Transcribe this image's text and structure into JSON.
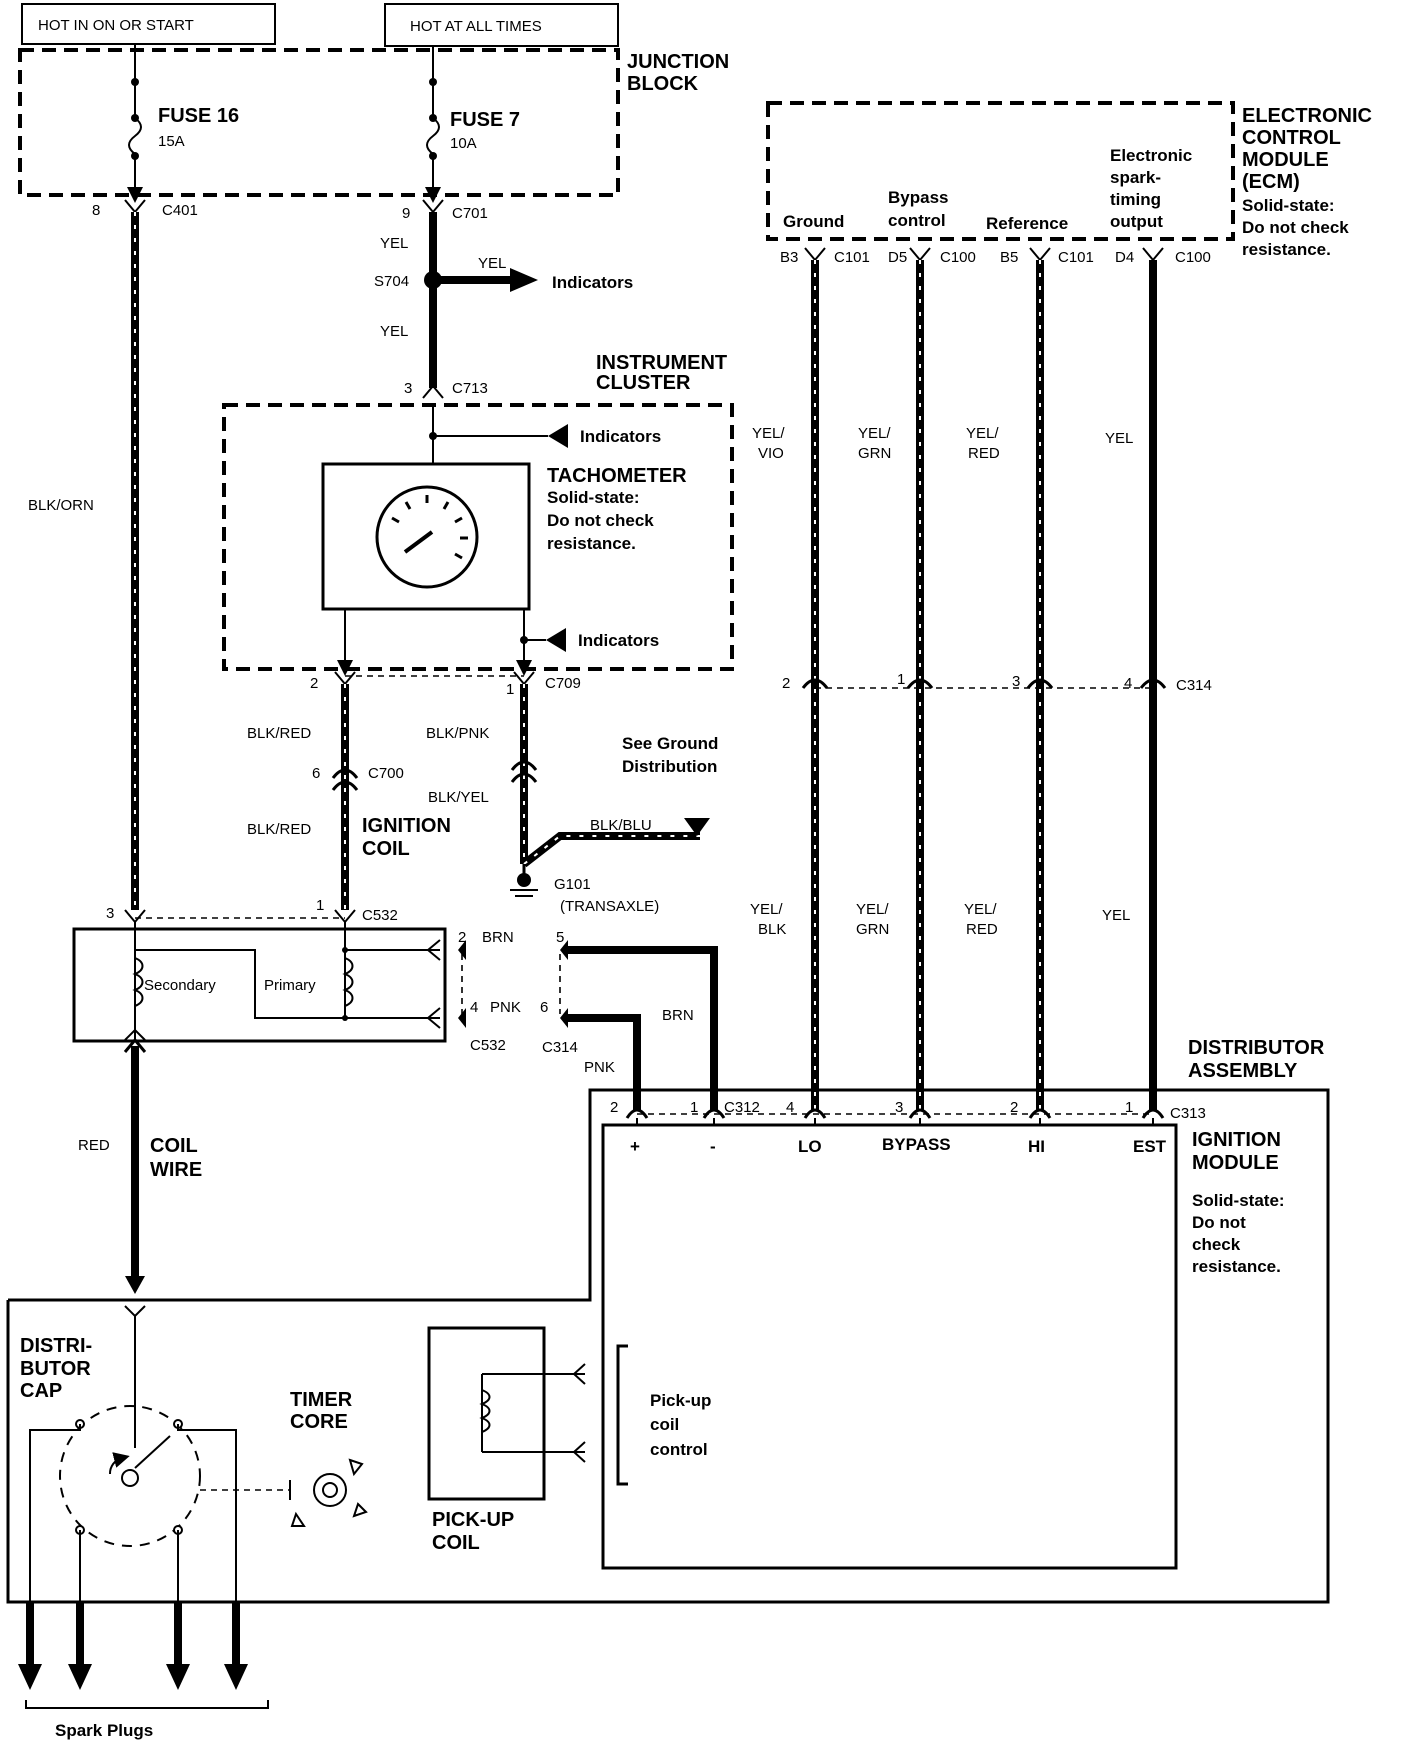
{
  "power": {
    "hot_in_on_or_start": "HOT IN ON OR START",
    "hot_at_all_times": "HOT AT ALL TIMES"
  },
  "junction_block": {
    "title_line1": "JUNCTION",
    "title_line2": "BLOCK",
    "fuse16_name": "FUSE 16",
    "fuse16_rating": "15A",
    "fuse7_name": "FUSE 7",
    "fuse7_rating": "10A"
  },
  "ecm": {
    "title_line1": "ELECTRONIC",
    "title_line2": "CONTROL",
    "title_line3": "MODULE",
    "title_line4": "(ECM)",
    "note_line1": "Solid-state:",
    "note_line2": "Do not check",
    "note_line3": "resistance.",
    "pin_ground": "Ground",
    "pin_bypass_line1": "Bypass",
    "pin_bypass_line2": "control",
    "pin_reference": "Reference",
    "pin_est_line1": "Electronic",
    "pin_est_line2": "spark-",
    "pin_est_line3": "timing",
    "pin_est_line4": "output"
  },
  "connectors": {
    "c401_pin": "8",
    "c401": "C401",
    "c701_pin": "9",
    "c701": "C701",
    "s704": "S704",
    "c713_pin": "3",
    "c713": "C713",
    "b3": "B3",
    "c101_a": "C101",
    "d5": "D5",
    "c100_a": "C100",
    "b5": "B5",
    "c101_b": "C101",
    "d4": "D4",
    "c100_b": "C100",
    "c709_pin2": "2",
    "c709_pin1": "1",
    "c709": "C709",
    "c700_pin": "6",
    "c700": "C700",
    "c532_pin3": "3",
    "c532_pin1": "1",
    "c532": "C532",
    "c314_pin2": "2",
    "c314_pin1": "1",
    "c314_pin3": "3",
    "c314_pin4": "4",
    "c314": "C314",
    "c532_pin2": "2",
    "c314_pin5": "5",
    "c532_pin4": "4",
    "c314_pin6": "6",
    "c532_b": "C532",
    "c314_b": "C314",
    "c312_pin2": "2",
    "c312_pin1": "1",
    "c312": "C312",
    "c313_pin4": "4",
    "c313_pin3": "3",
    "c313_pin2": "2",
    "c313_pin1": "1",
    "c313": "C313"
  },
  "wires": {
    "yel_1": "YEL",
    "yel_2": "YEL",
    "yel_3": "YEL",
    "blk_orn": "BLK/ORN",
    "yel_vio_l1": "YEL/",
    "yel_vio_l2": "VIO",
    "yel_grn_l1": "YEL/",
    "yel_grn_l2": "GRN",
    "yel_red_l1": "YEL/",
    "yel_red_l2": "RED",
    "yel_top": "YEL",
    "blk_red_1": "BLK/RED",
    "blk_pnk": "BLK/PNK",
    "blk_yel": "BLK/YEL",
    "blk_red_2": "BLK/RED",
    "blk_blu": "BLK/BLU",
    "yel_blk_l1": "YEL/",
    "yel_blk_l2": "BLK",
    "yel_grn2_l1": "YEL/",
    "yel_grn2_l2": "GRN",
    "yel_red2_l1": "YEL/",
    "yel_red2_l2": "RED",
    "yel_bottom": "YEL",
    "brn_1": "BRN",
    "pnk_1": "PNK",
    "brn_2": "BRN",
    "pnk_2": "PNK",
    "red": "RED",
    "coil_wire_l1": "COIL",
    "coil_wire_l2": "WIRE"
  },
  "cluster": {
    "title_line1": "INSTRUMENT",
    "title_line2": "CLUSTER",
    "indicators_top": "Indicators",
    "indicators_bottom": "Indicators",
    "indicators_s704": "Indicators",
    "tach_title": "TACHOMETER",
    "tach_note1": "Solid-state:",
    "tach_note2": "Do not check",
    "tach_note3": "resistance."
  },
  "ground": {
    "see_line1": "See Ground",
    "see_line2": "Distribution",
    "g101": "G101",
    "g101_loc": "(TRANSAXLE)"
  },
  "ignition_coil": {
    "title_line1": "IGNITION",
    "title_line2": "COIL",
    "secondary": "Secondary",
    "primary": "Primary"
  },
  "distributor": {
    "title_line1": "DISTRIBUTOR",
    "title_line2": "ASSEMBLY",
    "cap_line1": "DISTRI-",
    "cap_line2": "BUTOR",
    "cap_line3": "CAP",
    "timer_line1": "TIMER",
    "timer_line2": "CORE",
    "pickup_line1": "PICK-UP",
    "pickup_line2": "COIL",
    "pickup_ctrl_line1": "Pick-up",
    "pickup_ctrl_line2": "coil",
    "pickup_ctrl_line3": "control",
    "spark_plugs": "Spark Plugs"
  },
  "ignition_module": {
    "title_line1": "IGNITION",
    "title_line2": "MODULE",
    "note_line1": "Solid-state:",
    "note_line2": "Do not",
    "note_line3": "check",
    "note_line4": "resistance.",
    "term_plus": "+",
    "term_minus": "-",
    "term_lo": "LO",
    "term_bypass": "BYPASS",
    "term_hi": "HI",
    "term_est": "EST"
  }
}
